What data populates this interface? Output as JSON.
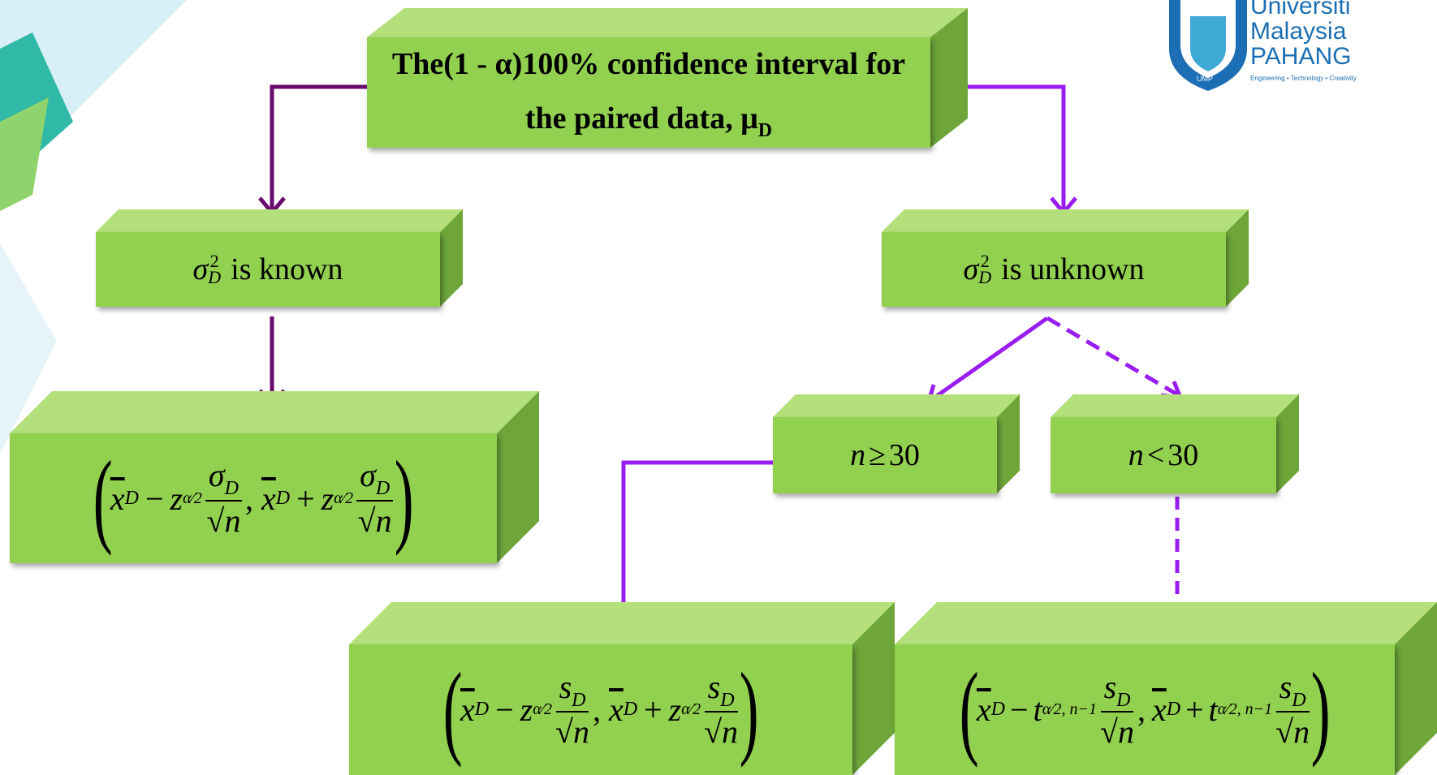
{
  "logo": {
    "line1": "Universiti",
    "line2": "Malaysia",
    "line3": "PAHANG",
    "tagline": "Engineering • Technology • Creativity",
    "badge": "UMP",
    "color": "#1c6fb4"
  },
  "colors": {
    "box_front": "#92d050",
    "box_top": "#b3e07a",
    "box_side": "#6ea63a",
    "arrow_left": "#6a0a6e",
    "arrow_right": "#9a1df0"
  },
  "nodes": {
    "root": {
      "line1": "The(1 - α)100% confidence interval for",
      "line2": "the paired data, μ",
      "line2_sub": "D"
    },
    "known": {
      "symbol": "σ",
      "sup": "2",
      "sub": "D",
      "text": "is known"
    },
    "unknown": {
      "symbol": "σ",
      "sup": "2",
      "sub": "D",
      "text": "is unknown"
    },
    "large": {
      "var": "n",
      "op": "≥",
      "num": "30"
    },
    "small": {
      "var": "n",
      "op": "<",
      "num": "30"
    },
    "formula_z_sigma": {
      "center": "x",
      "sub": "D",
      "crit": "z",
      "crit_sub": "α⁄2",
      "num": "σ",
      "num_sub": "D",
      "den": "√n",
      "minus": "−",
      "plus": "+",
      "comma": ","
    },
    "formula_z_s": {
      "center": "x",
      "sub": "D",
      "crit": "z",
      "crit_sub": "α⁄2",
      "num": "s",
      "num_sub": "D",
      "den": "√n",
      "minus": "−",
      "plus": "+",
      "comma": ","
    },
    "formula_t_s": {
      "center": "x",
      "sub": "D",
      "crit": "t",
      "crit_sub": "α⁄2, n−1",
      "num": "s",
      "num_sub": "D",
      "den": "√n",
      "minus": "−",
      "plus": "+",
      "comma": ","
    }
  }
}
